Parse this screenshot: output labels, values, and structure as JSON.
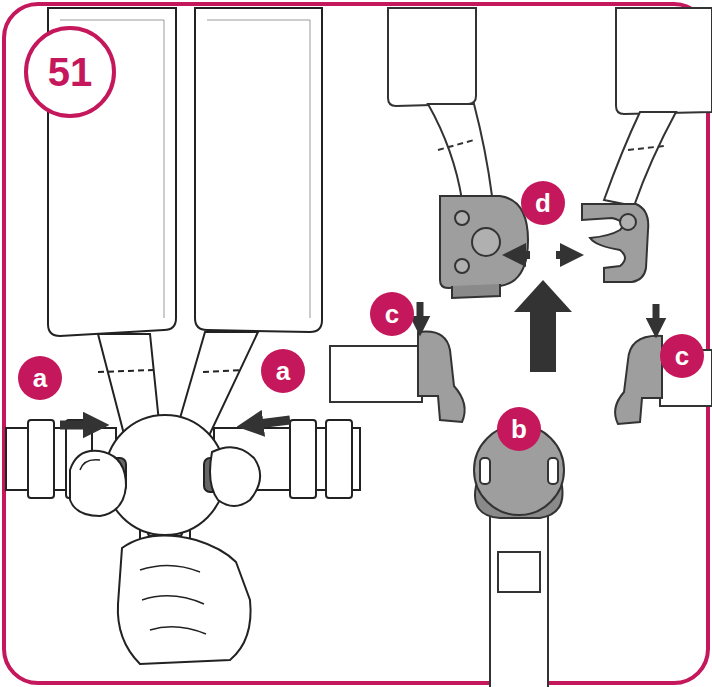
{
  "diagram": {
    "labels": [
      "51",
      "d",
      "c",
      "c",
      "a",
      "a",
      "b"
    ]
  }
}
